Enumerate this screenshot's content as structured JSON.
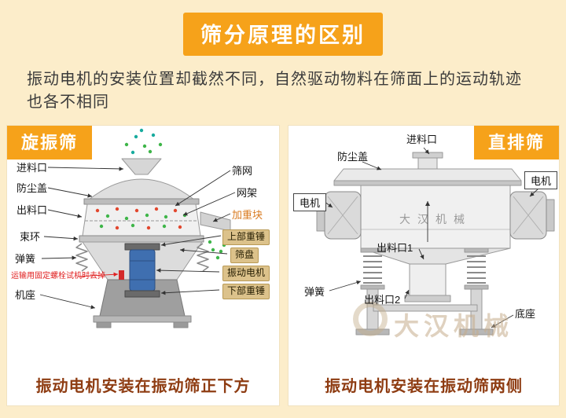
{
  "banner": {
    "title": "筛分原理的区别"
  },
  "intro": {
    "line1": "振动电机的安装位置却截然不同，自然驱动物料在筛面上的运动轨迹",
    "line2": "也各不相同"
  },
  "left": {
    "tag": "旋振筛",
    "caption": "振动电机安装在振动筛正下方",
    "labels": {
      "feed_inlet": "进料口",
      "dust_cover": "防尘盖",
      "discharge_outlet": "出料口",
      "clamp_ring": "束环",
      "spring": "弹簧",
      "transport_note": "运输用固定螺栓试机时去掉",
      "base": "机座",
      "screen_mesh": "筛网",
      "mesh_frame": "网架",
      "weight_block": "加重块",
      "upper_hammer": "上部重锤",
      "sieve_pan": "筛盘",
      "vibration_motor": "振动电机",
      "lower_hammer": "下部重锤"
    }
  },
  "right": {
    "tag": "直排筛",
    "caption": "振动电机安装在振动筛两侧",
    "machine_text": "大汉机械",
    "watermark": "大汉机械",
    "labels": {
      "feed_inlet": "进料口",
      "dust_cover": "防尘盖",
      "motor_left": "电机",
      "motor_right": "电机",
      "outlet_1": "出料口1",
      "outlet_2": "出料口2",
      "spring": "弹簧",
      "base": "底座"
    }
  },
  "colors": {
    "accent_orange": "#f6a21a",
    "caption_brown": "#8e3c12",
    "warning_red": "#e02020",
    "background_cream": "#fcedca"
  }
}
